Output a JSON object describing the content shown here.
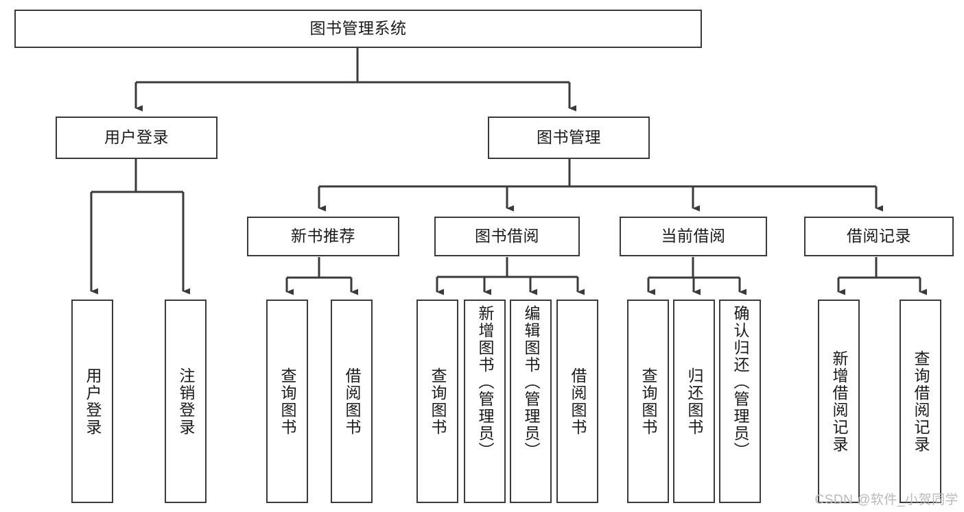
{
  "diagram": {
    "title": "图书管理系统",
    "watermark": "CSDN @软件_小贺同学",
    "edge_color": "#3a3a3a",
    "box_border_color": "#3a3a3a",
    "box_fill_color": "#ffffff",
    "background_color": "#ffffff",
    "root": {
      "id": "root",
      "label": "图书管理系统",
      "orientation": "horizontal"
    },
    "level2": [
      {
        "id": "user-login",
        "label": "用户登录",
        "orientation": "horizontal"
      },
      {
        "id": "book-manage",
        "label": "图书管理",
        "orientation": "horizontal"
      }
    ],
    "level3": [
      {
        "id": "new-book-recommend",
        "label": "新书推荐",
        "orientation": "horizontal",
        "parent": "book-manage"
      },
      {
        "id": "book-borrow",
        "label": "图书借阅",
        "orientation": "horizontal",
        "parent": "book-manage"
      },
      {
        "id": "current-borrow",
        "label": "当前借阅",
        "orientation": "horizontal",
        "parent": "book-manage"
      },
      {
        "id": "borrow-record",
        "label": "借阅记录",
        "orientation": "horizontal",
        "parent": "book-manage"
      }
    ],
    "leaves": [
      {
        "id": "leaf-user-login",
        "label": "用户登录",
        "parent": "user-login"
      },
      {
        "id": "leaf-logout-login",
        "label": "注销登录",
        "parent": "user-login"
      },
      {
        "id": "leaf-query-book-1",
        "label": "查询图书",
        "parent": "new-book-recommend"
      },
      {
        "id": "leaf-borrow-book-1",
        "label": "借阅图书",
        "parent": "new-book-recommend"
      },
      {
        "id": "leaf-query-book-2",
        "label": "查询图书",
        "parent": "book-borrow"
      },
      {
        "id": "leaf-add-book",
        "label": "新增图书（管理员）",
        "parent": "book-borrow"
      },
      {
        "id": "leaf-edit-book",
        "label": "编辑图书（管理员）",
        "parent": "book-borrow"
      },
      {
        "id": "leaf-borrow-book-2",
        "label": "借阅图书",
        "parent": "book-borrow"
      },
      {
        "id": "leaf-query-book-3",
        "label": "查询图书",
        "parent": "current-borrow"
      },
      {
        "id": "leaf-return-book",
        "label": "归还图书",
        "parent": "current-borrow"
      },
      {
        "id": "leaf-confirm-return",
        "label": "确认归还（管理员）",
        "parent": "current-borrow"
      },
      {
        "id": "leaf-add-record",
        "label": "新增借阅记录",
        "parent": "borrow-record"
      },
      {
        "id": "leaf-query-record",
        "label": "查询借阅记录",
        "parent": "borrow-record"
      }
    ]
  }
}
